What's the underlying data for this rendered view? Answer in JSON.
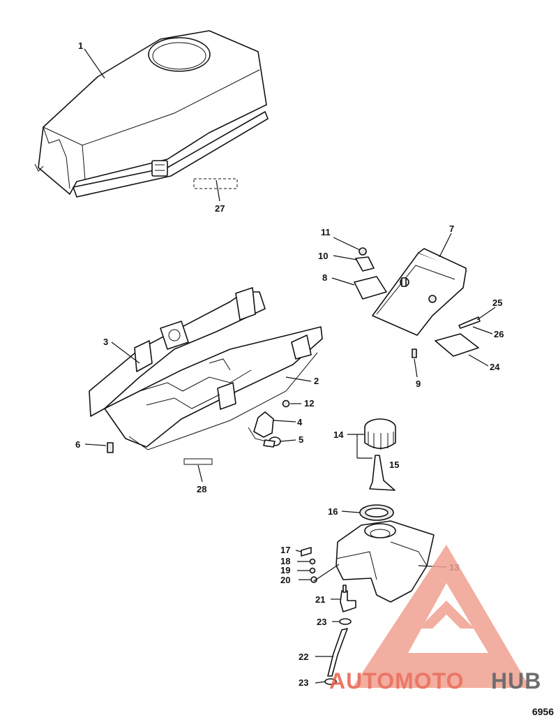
{
  "figure_number": "6956",
  "watermark": {
    "text_part1": "AUTOMOTO",
    "text_part2": "HUB",
    "color_primary": "#e8604c",
    "color_secondary": "#555555"
  },
  "callouts": [
    {
      "id": "c1",
      "num": "1"
    },
    {
      "id": "c2",
      "num": "2"
    },
    {
      "id": "c3",
      "num": "3"
    },
    {
      "id": "c4",
      "num": "4"
    },
    {
      "id": "c5",
      "num": "5"
    },
    {
      "id": "c6",
      "num": "6"
    },
    {
      "id": "c7",
      "num": "7"
    },
    {
      "id": "c8",
      "num": "8"
    },
    {
      "id": "c9",
      "num": "9"
    },
    {
      "id": "c10",
      "num": "10"
    },
    {
      "id": "c11",
      "num": "11"
    },
    {
      "id": "c12",
      "num": "12"
    },
    {
      "id": "c13",
      "num": "13"
    },
    {
      "id": "c14",
      "num": "14"
    },
    {
      "id": "c15",
      "num": "15"
    },
    {
      "id": "c16",
      "num": "16"
    },
    {
      "id": "c17",
      "num": "17"
    },
    {
      "id": "c18",
      "num": "18"
    },
    {
      "id": "c19",
      "num": "19"
    },
    {
      "id": "c20",
      "num": "20"
    },
    {
      "id": "c21",
      "num": "21"
    },
    {
      "id": "c22",
      "num": "22"
    },
    {
      "id": "c23a",
      "num": "23"
    },
    {
      "id": "c23b",
      "num": "23"
    },
    {
      "id": "c24",
      "num": "24"
    },
    {
      "id": "c25",
      "num": "25"
    },
    {
      "id": "c26",
      "num": "26"
    },
    {
      "id": "c27",
      "num": "27"
    },
    {
      "id": "c28",
      "num": "28"
    }
  ]
}
